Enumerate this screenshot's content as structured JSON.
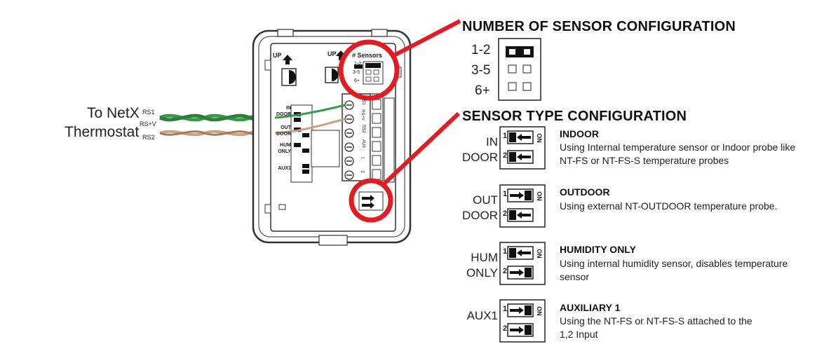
{
  "wiring": {
    "to_label": "To NetX",
    "thermostat_label": "Thermostat",
    "terminals": [
      "RS1",
      "RS+V",
      "RS2"
    ]
  },
  "device": {
    "up_labels": [
      "UP",
      "UP"
    ],
    "sensors_title": "# Sensors",
    "sensor_rows": [
      "1-2",
      "3-5",
      "6+"
    ],
    "switch_rows": [
      "IN DOOR",
      "OUT DOOR",
      "HUM ONLY",
      "AUX1"
    ],
    "terminal_labels": [
      "RS1",
      "RS+V",
      "RS2",
      "AUX",
      "1",
      "2"
    ]
  },
  "number_config": {
    "heading": "NUMBER OF SENSOR CONFIGURATION",
    "rows": [
      "1-2",
      "3-5",
      "6+"
    ]
  },
  "type_config": {
    "heading": "SENSOR TYPE CONFIGURATION",
    "options": [
      {
        "label_line1": "IN",
        "label_line2": "DOOR",
        "title": "INDOOR",
        "desc_line1": "Using Internal temperature sensor or Indoor probe like",
        "desc_line2": "NT-FS or NT-FS-S temperature probes",
        "desc_line3": ""
      },
      {
        "label_line1": "OUT",
        "label_line2": "DOOR",
        "title": "OUTDOOR",
        "desc_line1": "Using external NT-OUTDOOR temperature probe.",
        "desc_line2": "",
        "desc_line3": ""
      },
      {
        "label_line1": "HUM",
        "label_line2": "ONLY",
        "title": "HUMIDITY ONLY",
        "desc_line1": "Using internal humidity sensor, disables temperature",
        "desc_line2": "sensor",
        "desc_line3": ""
      },
      {
        "label_line1": "",
        "label_line2": "AUX1",
        "title": "AUXILIARY 1",
        "desc_line1": "Using the NT-FS or NT-FS-S attached to the",
        "desc_line2": "1,2 Input",
        "desc_line3": ""
      }
    ],
    "switch_number_1": "1",
    "switch_number_2": "2",
    "on_label": "ON"
  },
  "colors": {
    "highlight_red": "#e31b23",
    "wire_green": "#3a9a4a",
    "wire_tan": "#c9a183",
    "outline": "#333333"
  }
}
